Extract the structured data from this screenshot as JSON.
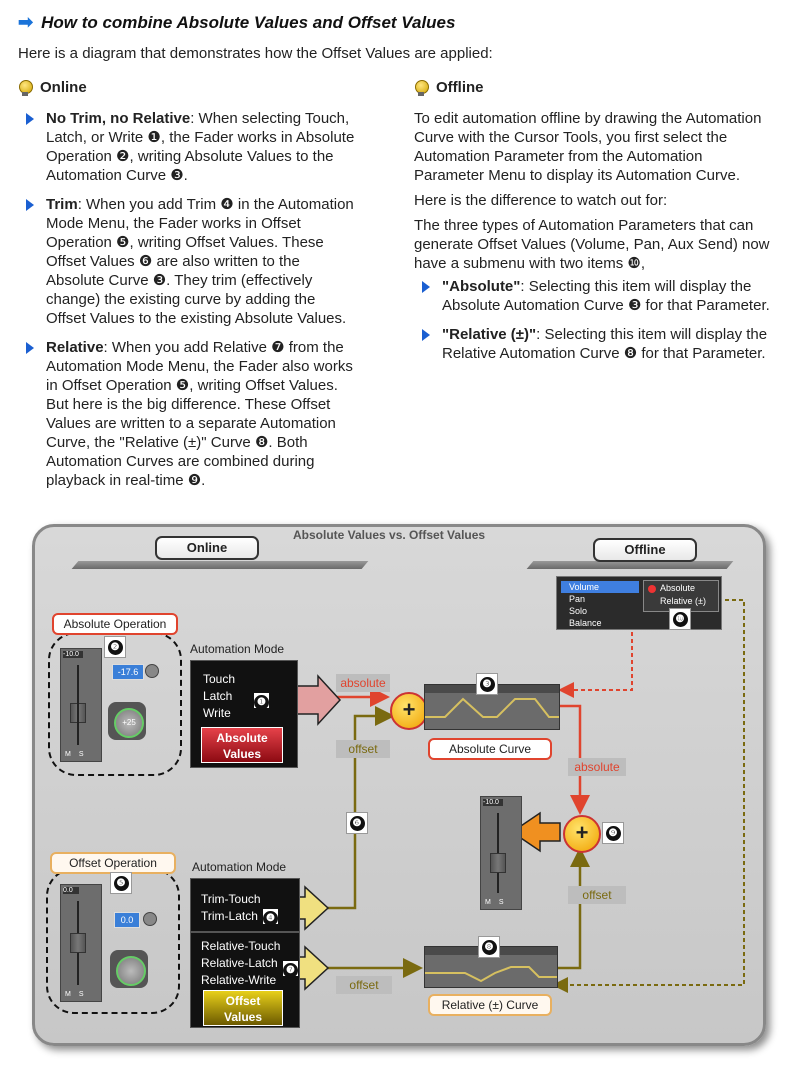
{
  "heading": {
    "arrow": "➡",
    "title": "How to combine Absolute Values and Offset Values"
  },
  "intro": "Here is a diagram that demonstrates how the Offset Values are applied:",
  "online": {
    "title": "Online",
    "b1_bold": "No Trim, no Relative",
    "b1_text": ": When selecting Touch, Latch, or Write ❶, the Fader works in Absolute Operation ❷, writing Absolute Values to the Automation Curve ❸.",
    "b2_bold": "Trim",
    "b2_text": ": When you add Trim ❹ in the Automation Mode Menu, the Fader works in Offset Operation ❺, writing Offset Values. These Offset Values ❻ are also written to the Absolute Curve ❸. They trim (effectively change) the existing curve by adding the Offset Values to the existing Absolute Values.",
    "b3_bold": "Relative",
    "b3_text": ": When you add Relative ❼ from the Automation Mode Menu, the Fader also works in Offset Operation ❺, writing Offset Values. But here is the big difference. These Offset Values are written to a separate Automation Curve, the \"Relative (±)\" Curve ❽. Both Automation Curves are combined during playback in real-time ❾."
  },
  "offline": {
    "title": "Offline",
    "p1": "To edit automation offline by drawing the Automation Curve with the Cursor Tools, you first select the Automation Parameter from the Automation Parameter Menu to display its Automation Curve.",
    "p2": "Here is the difference to watch out for:",
    "p3": "The three types of Automation Parameters that can generate Offset Values (Volume, Pan, Aux Send) now have a submenu with two items ❿,",
    "b1_bold": "\"Absolute\"",
    "b1_text": ": Selecting this item will display the Absolute Automation Curve ❸ for that Parameter.",
    "b2_bold": "\"Relative (±)\"",
    "b2_text": ": Selecting this item will display the Relative Automation Curve ❽ for that Parameter."
  },
  "diagram": {
    "title": "Absolute Values vs. Offset Values",
    "online_label": "Online",
    "offline_label": "Offline",
    "absolute_operation": "Absolute Operation",
    "offset_operation": "Offset Operation",
    "automation_mode_1": "Automation Mode",
    "automation_mode_2": "Automation Mode",
    "modes_1": [
      "Touch",
      "Latch",
      "Write"
    ],
    "absolute_values": [
      "Absolute",
      "Values"
    ],
    "modes_trim": [
      "Trim-Touch",
      "Trim-Latch"
    ],
    "modes_relative": [
      "Relative-Touch",
      "Relative-Latch",
      "Relative-Write"
    ],
    "offset_values": [
      "Offset",
      "Values"
    ],
    "flow_absolute_1": "absolute",
    "flow_absolute_2": "absolute",
    "flow_offset_1": "offset",
    "flow_offset_2": "offset",
    "flow_offset_3": "offset",
    "absolute_curve": "Absolute Curve",
    "relative_curve": "Relative (±) Curve",
    "fader_abs_top": "-10.0",
    "fader_abs_value": "-17.6",
    "fader_abs_pan": "+25",
    "fader_off_top": "0.0",
    "fader_off_value": "0.0",
    "fader_mid_top": "-10.0",
    "ms": [
      "M",
      "S"
    ],
    "menu_items": [
      "Volume",
      "Pan",
      "Solo",
      "Balance"
    ],
    "submenu_items": [
      "Absolute",
      "Relative (±)"
    ],
    "sum_symbol": "+",
    "nums": [
      "❶",
      "❷",
      "❸",
      "❹",
      "❺",
      "❻",
      "❼",
      "❽",
      "❾",
      "❿"
    ]
  },
  "colors": {
    "accent_blue": "#1a5fd1",
    "absolute_red": "#e0442e",
    "offset_olive": "#7a6a10"
  }
}
